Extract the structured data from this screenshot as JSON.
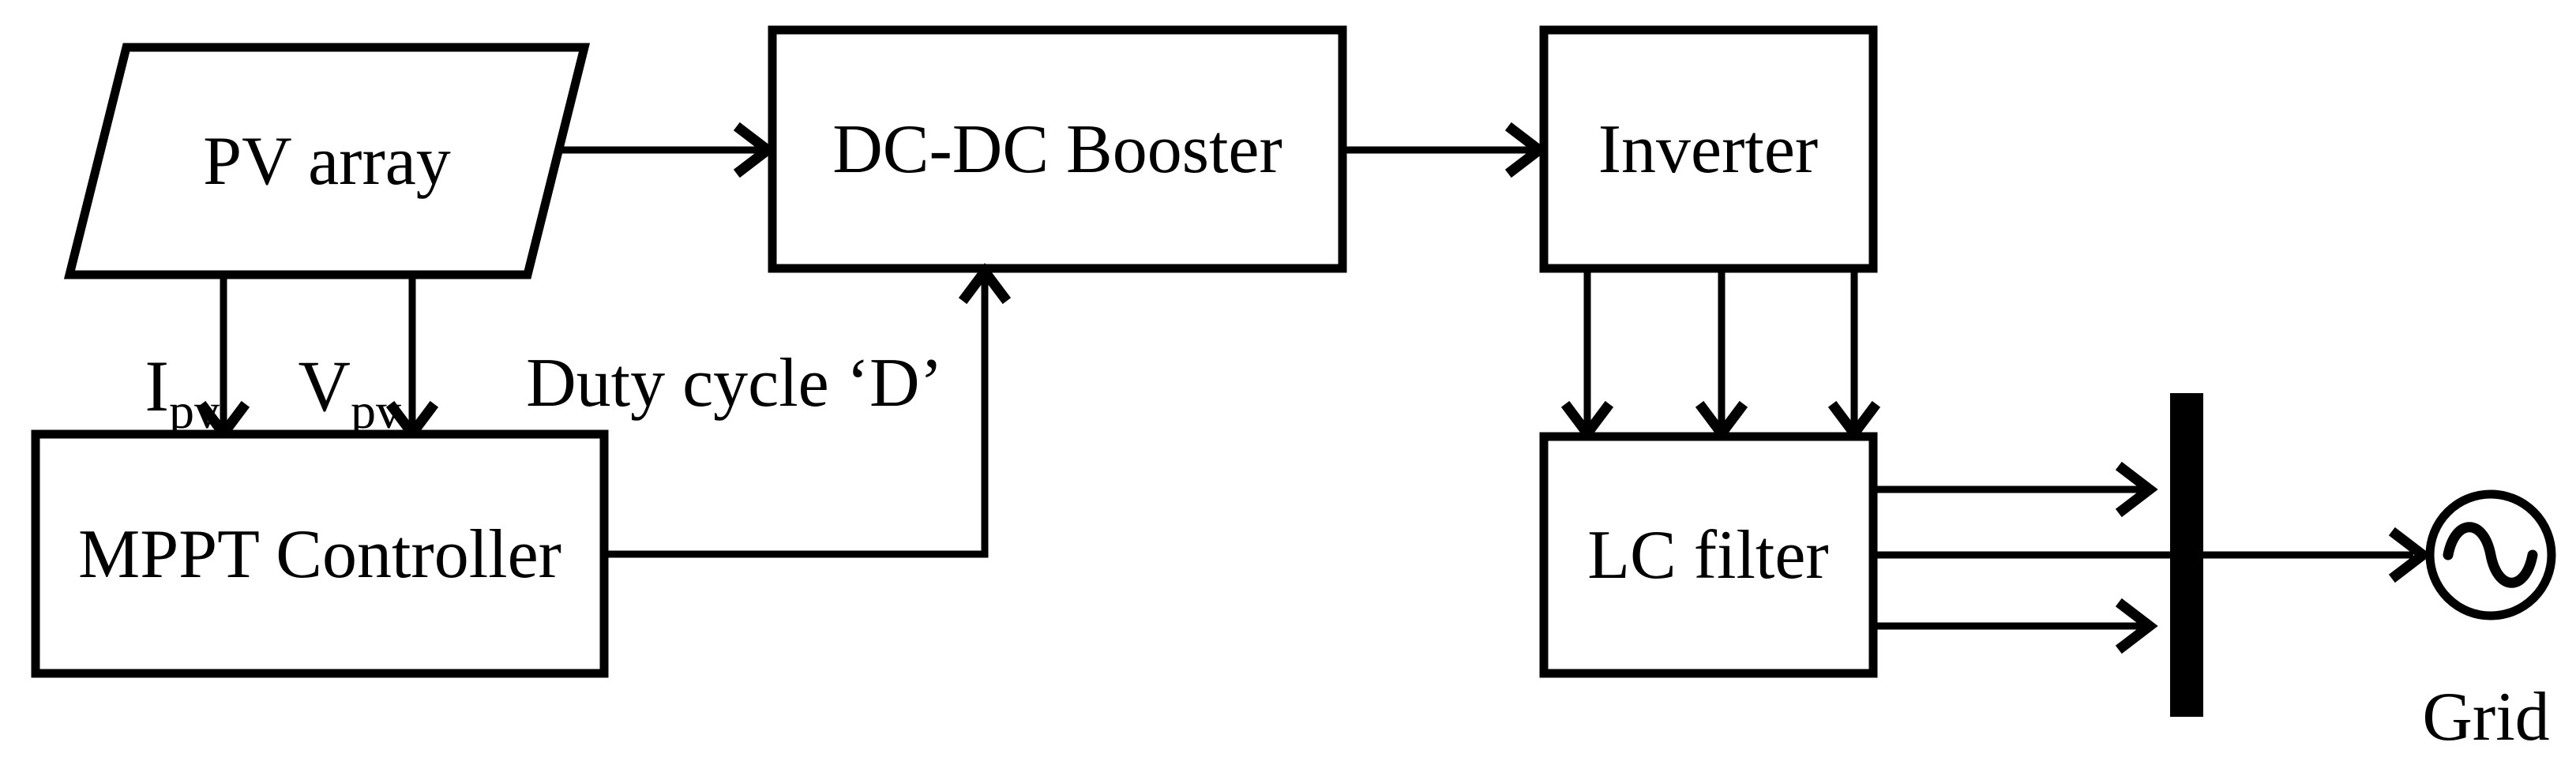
{
  "diagram": {
    "type": "block-diagram",
    "subject": "Grid-connected PV system with MPPT control",
    "colors": {
      "background": "#ffffff",
      "stroke": "#000000",
      "text": "#000000"
    },
    "blocks": {
      "pv": {
        "label": "PV array",
        "shape": "parallelogram"
      },
      "dcdc": {
        "label": "DC-DC Booster",
        "shape": "rectangle"
      },
      "inverter": {
        "label": "Inverter",
        "shape": "rectangle"
      },
      "mppt": {
        "label": "MPPT Controller",
        "shape": "rectangle"
      },
      "lc": {
        "label": "LC filter",
        "shape": "rectangle"
      }
    },
    "signals": {
      "ipv": {
        "base": "I",
        "sub": "pv"
      },
      "vpv": {
        "base": "V",
        "sub": "pv"
      },
      "duty": "Duty cycle ‘D’"
    },
    "grid": {
      "label": "Grid",
      "symbol": "ac-source-icon",
      "bus": "busbar"
    }
  }
}
